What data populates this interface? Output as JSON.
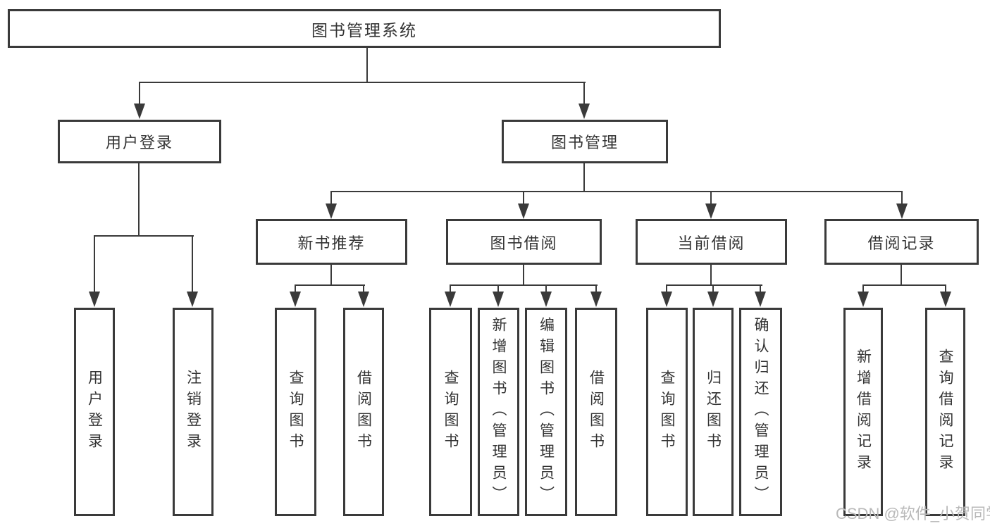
{
  "diagram": {
    "root": {
      "label": "图书管理系统"
    },
    "level2": [
      {
        "label": "用户登录"
      },
      {
        "label": "图书管理"
      }
    ],
    "level3": [
      {
        "label": "新书推荐"
      },
      {
        "label": "图书借阅"
      },
      {
        "label": "当前借阅"
      },
      {
        "label": "借阅记录"
      }
    ],
    "leaves": {
      "user_login": [
        {
          "label": "用户登录"
        },
        {
          "label": "注销登录"
        }
      ],
      "new_book_recommend": [
        {
          "label": "查询图书"
        },
        {
          "label": "借阅图书"
        }
      ],
      "book_borrowing": [
        {
          "label": "查询图书"
        },
        {
          "label": "新增图书（管理员）"
        },
        {
          "label": "编辑图书（管理员）"
        },
        {
          "label": "借阅图书"
        }
      ],
      "current_borrowing": [
        {
          "label": "查询图书"
        },
        {
          "label": "归还图书"
        },
        {
          "label": "确认归还（管理员）"
        }
      ],
      "borrowing_records": [
        {
          "label": "新增借阅记录"
        },
        {
          "label": "查询借阅记录"
        }
      ]
    },
    "watermark": "CSDN @软件_小贺同学",
    "colors": {
      "line": "#3a3a3a",
      "text": "#333333",
      "watermark": "#b9b9b9",
      "background": "#ffffff"
    }
  }
}
